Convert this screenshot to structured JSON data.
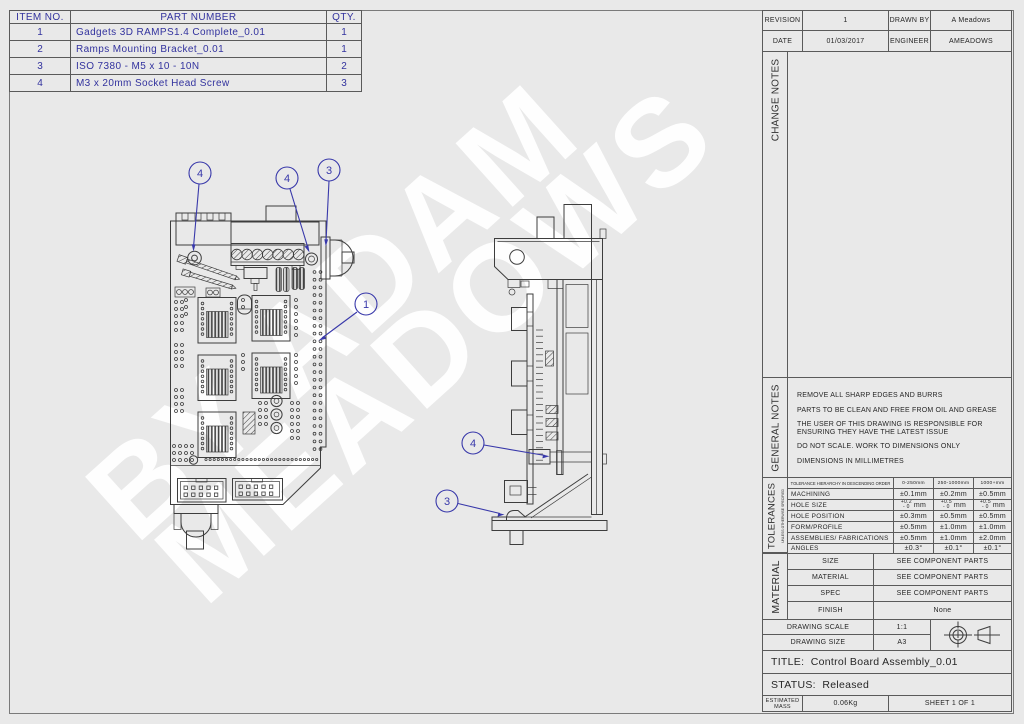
{
  "colors": {
    "background": "#e9e9e9",
    "line": "#3d3d3d",
    "blue_accent": "#3838aa",
    "bom_text": "#32329e",
    "watermark": "#ffffff"
  },
  "watermark": {
    "line1": "BY ADAM",
    "line2": "MEADOWS"
  },
  "bom": {
    "headers": {
      "item": "ITEM NO.",
      "part": "PART NUMBER",
      "qty": "QTY."
    },
    "rows": [
      {
        "item": "1",
        "part": "Gadgets 3D RAMPS1.4 Complete_0.01",
        "qty": "1"
      },
      {
        "item": "2",
        "part": "Ramps Mounting Bracket_0.01",
        "qty": "1"
      },
      {
        "item": "3",
        "part": "ISO 7380 - M5 x 10 - 10N",
        "qty": "2"
      },
      {
        "item": "4",
        "part": "M3 x 20mm Socket Head Screw",
        "qty": "3"
      }
    ]
  },
  "title_block": {
    "revision_label": "REVISION",
    "revision_value": "1",
    "drawn_by_label": "DRAWN BY",
    "drawn_by_value": "A Meadows",
    "date_label": "DATE",
    "date_value": "01/03/2017",
    "engineer_label": "ENGINEER",
    "engineer_value": "AMEADOWS",
    "change_notes_label": "CHANGE NOTES",
    "general_notes_label": "GENERAL NOTES",
    "general_notes": [
      "REMOVE ALL SHARP EDGES AND BURRS",
      "PARTS TO BE CLEAN AND FREE FROM OIL AND GREASE",
      "THE USER OF THIS DRAWING IS RESPONSIBLE FOR ENSURING THEY HAVE THE LATEST ISSUE",
      "DO NOT SCALE. WORK TO DIMENSIONS ONLY",
      "DIMENSIONS IN MILLIMETRES"
    ],
    "tolerances_label": "TOLERANCES",
    "tolerances_sublabel": "UNLESS OTHERWISE SPECIFIED",
    "tolerances": {
      "header": [
        "TOLERANCE HIERARCHY IN DESCENDING ORDER",
        "0-250mm",
        "250-1000mm",
        "1000+mm"
      ],
      "rows": [
        {
          "name": "MACHINING",
          "v1": "±0.1mm",
          "v2": "±0.2mm",
          "v3": "±0.5mm"
        },
        {
          "name": "HOLE SIZE",
          "p1": "+0.2",
          "m1": "- 0",
          "u1": "mm",
          "p2": "+0.5",
          "m2": "- 0",
          "u2": "mm",
          "p3": "+0.5",
          "m3": "- 0",
          "u3": "mm"
        },
        {
          "name": "HOLE POSITION",
          "v1": "±0.3mm",
          "v2": "±0.5mm",
          "v3": "±0.5mm"
        },
        {
          "name": "FORM/PROFILE",
          "v1": "±0.5mm",
          "v2": "±1.0mm",
          "v3": "±1.0mm"
        },
        {
          "name": "ASSEMBLIES/ FABRICATIONS",
          "v1": "±0.5mm",
          "v2": "±1.0mm",
          "v3": "±2.0mm"
        },
        {
          "name": "ANGLES",
          "v1": "±0.3°",
          "v2": "±0.1°",
          "v3": "±0.1°"
        }
      ]
    },
    "material_label": "MATERIAL",
    "material_rows": [
      {
        "label": "SIZE",
        "value": "SEE COMPONENT PARTS"
      },
      {
        "label": "MATERIAL",
        "value": "SEE COMPONENT PARTS"
      },
      {
        "label": "SPEC",
        "value": "SEE COMPONENT PARTS"
      },
      {
        "label": "FINISH",
        "value": "None"
      }
    ],
    "drawing_scale_label": "DRAWING SCALE",
    "drawing_scale_value": "1:1",
    "drawing_size_label": "DRAWING SIZE",
    "drawing_size_value": "A3",
    "projection_symbol": "third-angle-projection",
    "title_label": "TITLE:",
    "title_value": "Control Board Assembly_0.01",
    "status_label": "STATUS:",
    "status_value": "Released",
    "estimated_mass_label": "ESTIMATED MASS",
    "estimated_mass_value": "0.06Kg",
    "sheet_label": "SHEET 1 OF 1"
  },
  "balloons": {
    "front_view": [
      {
        "label": "4"
      },
      {
        "label": "4"
      },
      {
        "label": "3"
      },
      {
        "label": "1"
      }
    ],
    "side_view": [
      {
        "label": "4"
      },
      {
        "label": "3"
      }
    ]
  }
}
